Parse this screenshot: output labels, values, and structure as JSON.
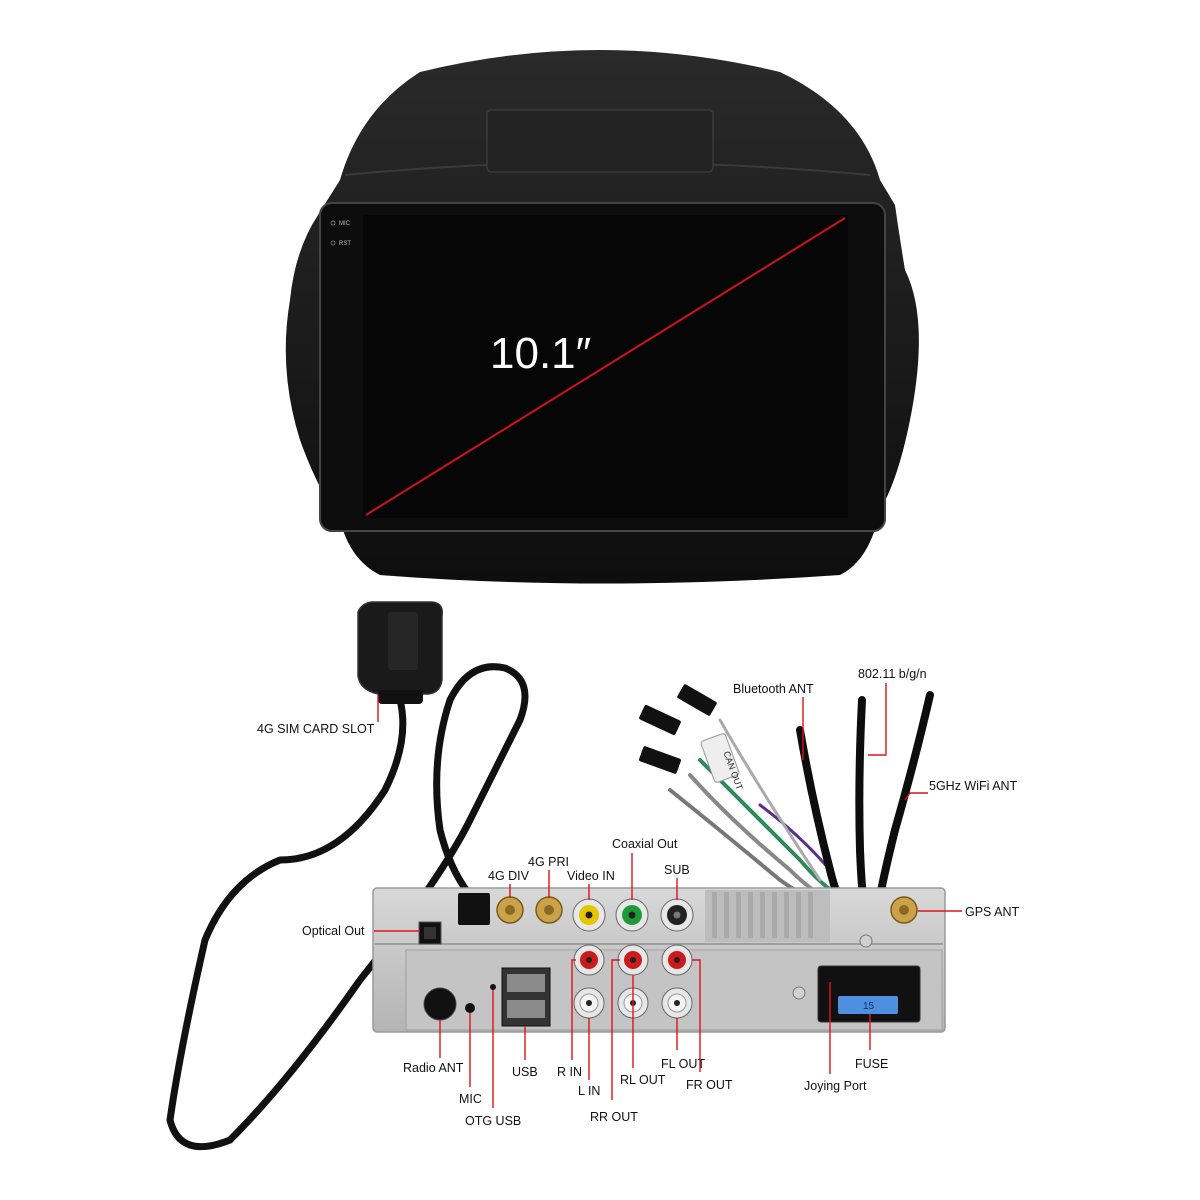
{
  "screen": {
    "size_label": "10.1″",
    "button_mic": "MIC",
    "button_rst": "RST"
  },
  "colors": {
    "bezel": "#151515",
    "screen": "#050505",
    "diagonal": "#d0121b",
    "leader": "#e0121a",
    "chassis": "#c9c9c9"
  },
  "labels": {
    "sim_slot": "4G SIM CARD SLOT",
    "bluetooth_ant": "Bluetooth ANT",
    "wifi_24": "802.11 b/g/n",
    "wifi_5": "5GHz WiFi ANT",
    "coaxial_out": "Coaxial Out",
    "g4_pri": "4G PRI",
    "g4_div": "4G DIV",
    "video_in": "Video IN",
    "sub": "SUB",
    "gps_ant": "GPS ANT",
    "optical_out": "Optical Out",
    "radio_ant": "Radio ANT",
    "usb": "USB",
    "r_in": "R IN",
    "l_in": "L IN",
    "rl_out": "RL OUT",
    "fl_out": "FL OUT",
    "fr_out": "FR OUT",
    "rr_out": "RR OUT",
    "fuse": "FUSE",
    "joying_port": "Joying Port",
    "mic": "MIC",
    "otg_usb": "OTG USB"
  },
  "connector_tags": {
    "can_out": "CAN OUT",
    "fuse_rating": "15"
  }
}
